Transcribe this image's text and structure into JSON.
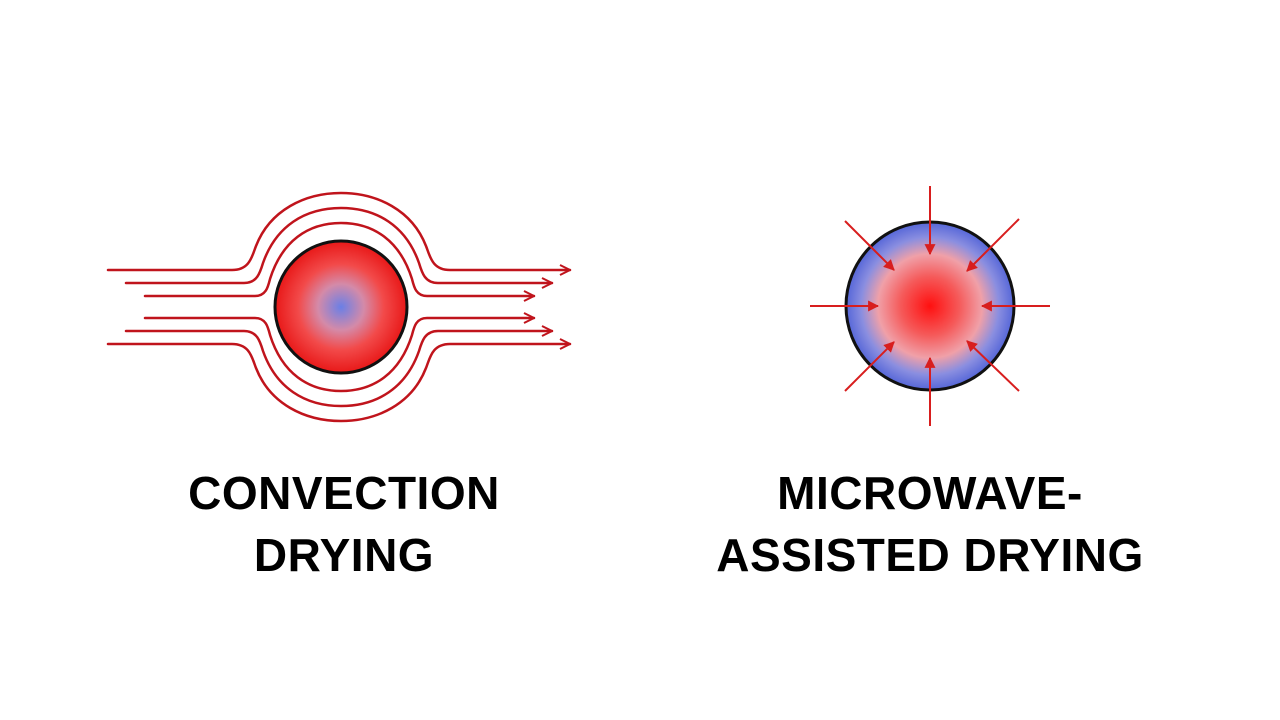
{
  "panels": [
    {
      "id": "convection",
      "caption_lines": [
        "CONVECTION",
        "DRYING"
      ]
    },
    {
      "id": "microwave",
      "caption_lines": [
        "MICROWAVE-",
        "ASSISTED DRYING"
      ]
    }
  ],
  "colors": {
    "arrow": "#c0141c",
    "hot": "#ff1a1a",
    "cool": "#6b7fe0",
    "outline": "#111111",
    "text": "#000000"
  }
}
